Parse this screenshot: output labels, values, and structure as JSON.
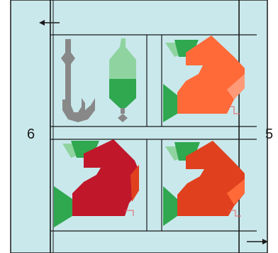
{
  "side_labels": {
    "left": "6",
    "right": "5"
  },
  "colors": {
    "panel": "#c9e8ec",
    "line": "#1a1a1a",
    "hook": "#888888",
    "bobber_top": "#8fd4a0",
    "bobber_bottom": "#2fa84f",
    "leaf": "#2fa84f",
    "leaf_light": "#8fd4a0",
    "pepper_orange": "#ff6a38",
    "pepper_red": "#c0172a",
    "pepper_red_orange": "#e0401e",
    "accent_line": "#e86060"
  },
  "arrows": {
    "top_left": "left-arrow",
    "bottom_right": "right-arrow"
  }
}
